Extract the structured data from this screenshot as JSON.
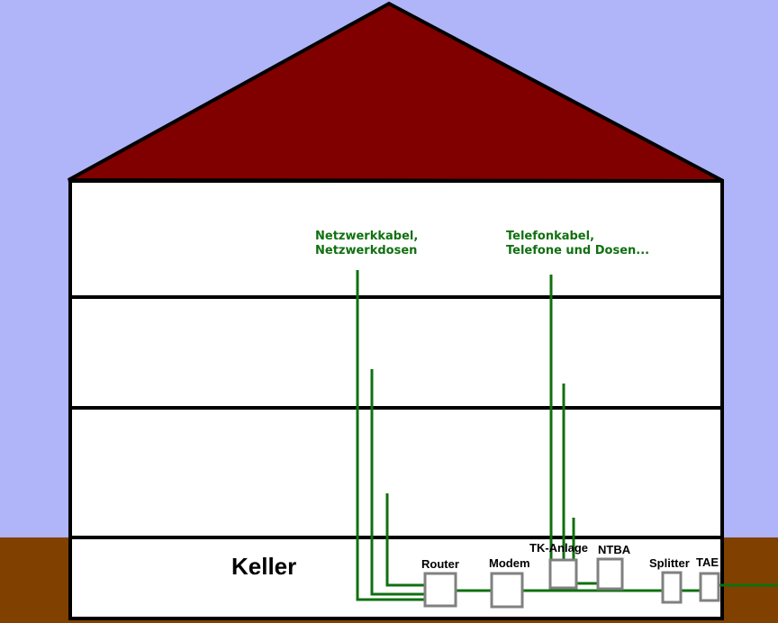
{
  "colors": {
    "sky": "#B0B4F8",
    "ground": "#804000",
    "roof": "#800000",
    "wall": "#FFFFFF",
    "outline": "#000000",
    "cable": "#107010",
    "device_border": "#808080",
    "note_text": "#107010"
  },
  "labels": {
    "network_note_line1": "Netzwerkkabel,",
    "network_note_line2": "Netzwerkdosen",
    "phone_note_line1": "Telefonkabel,",
    "phone_note_line2": "Telefone und Dosen...",
    "basement": "Keller"
  },
  "devices": {
    "router": "Router",
    "modem": "Modem",
    "tk_anlage": "TK-Anlage",
    "ntba": "NTBA",
    "splitter": "Splitter",
    "tae": "TAE"
  }
}
